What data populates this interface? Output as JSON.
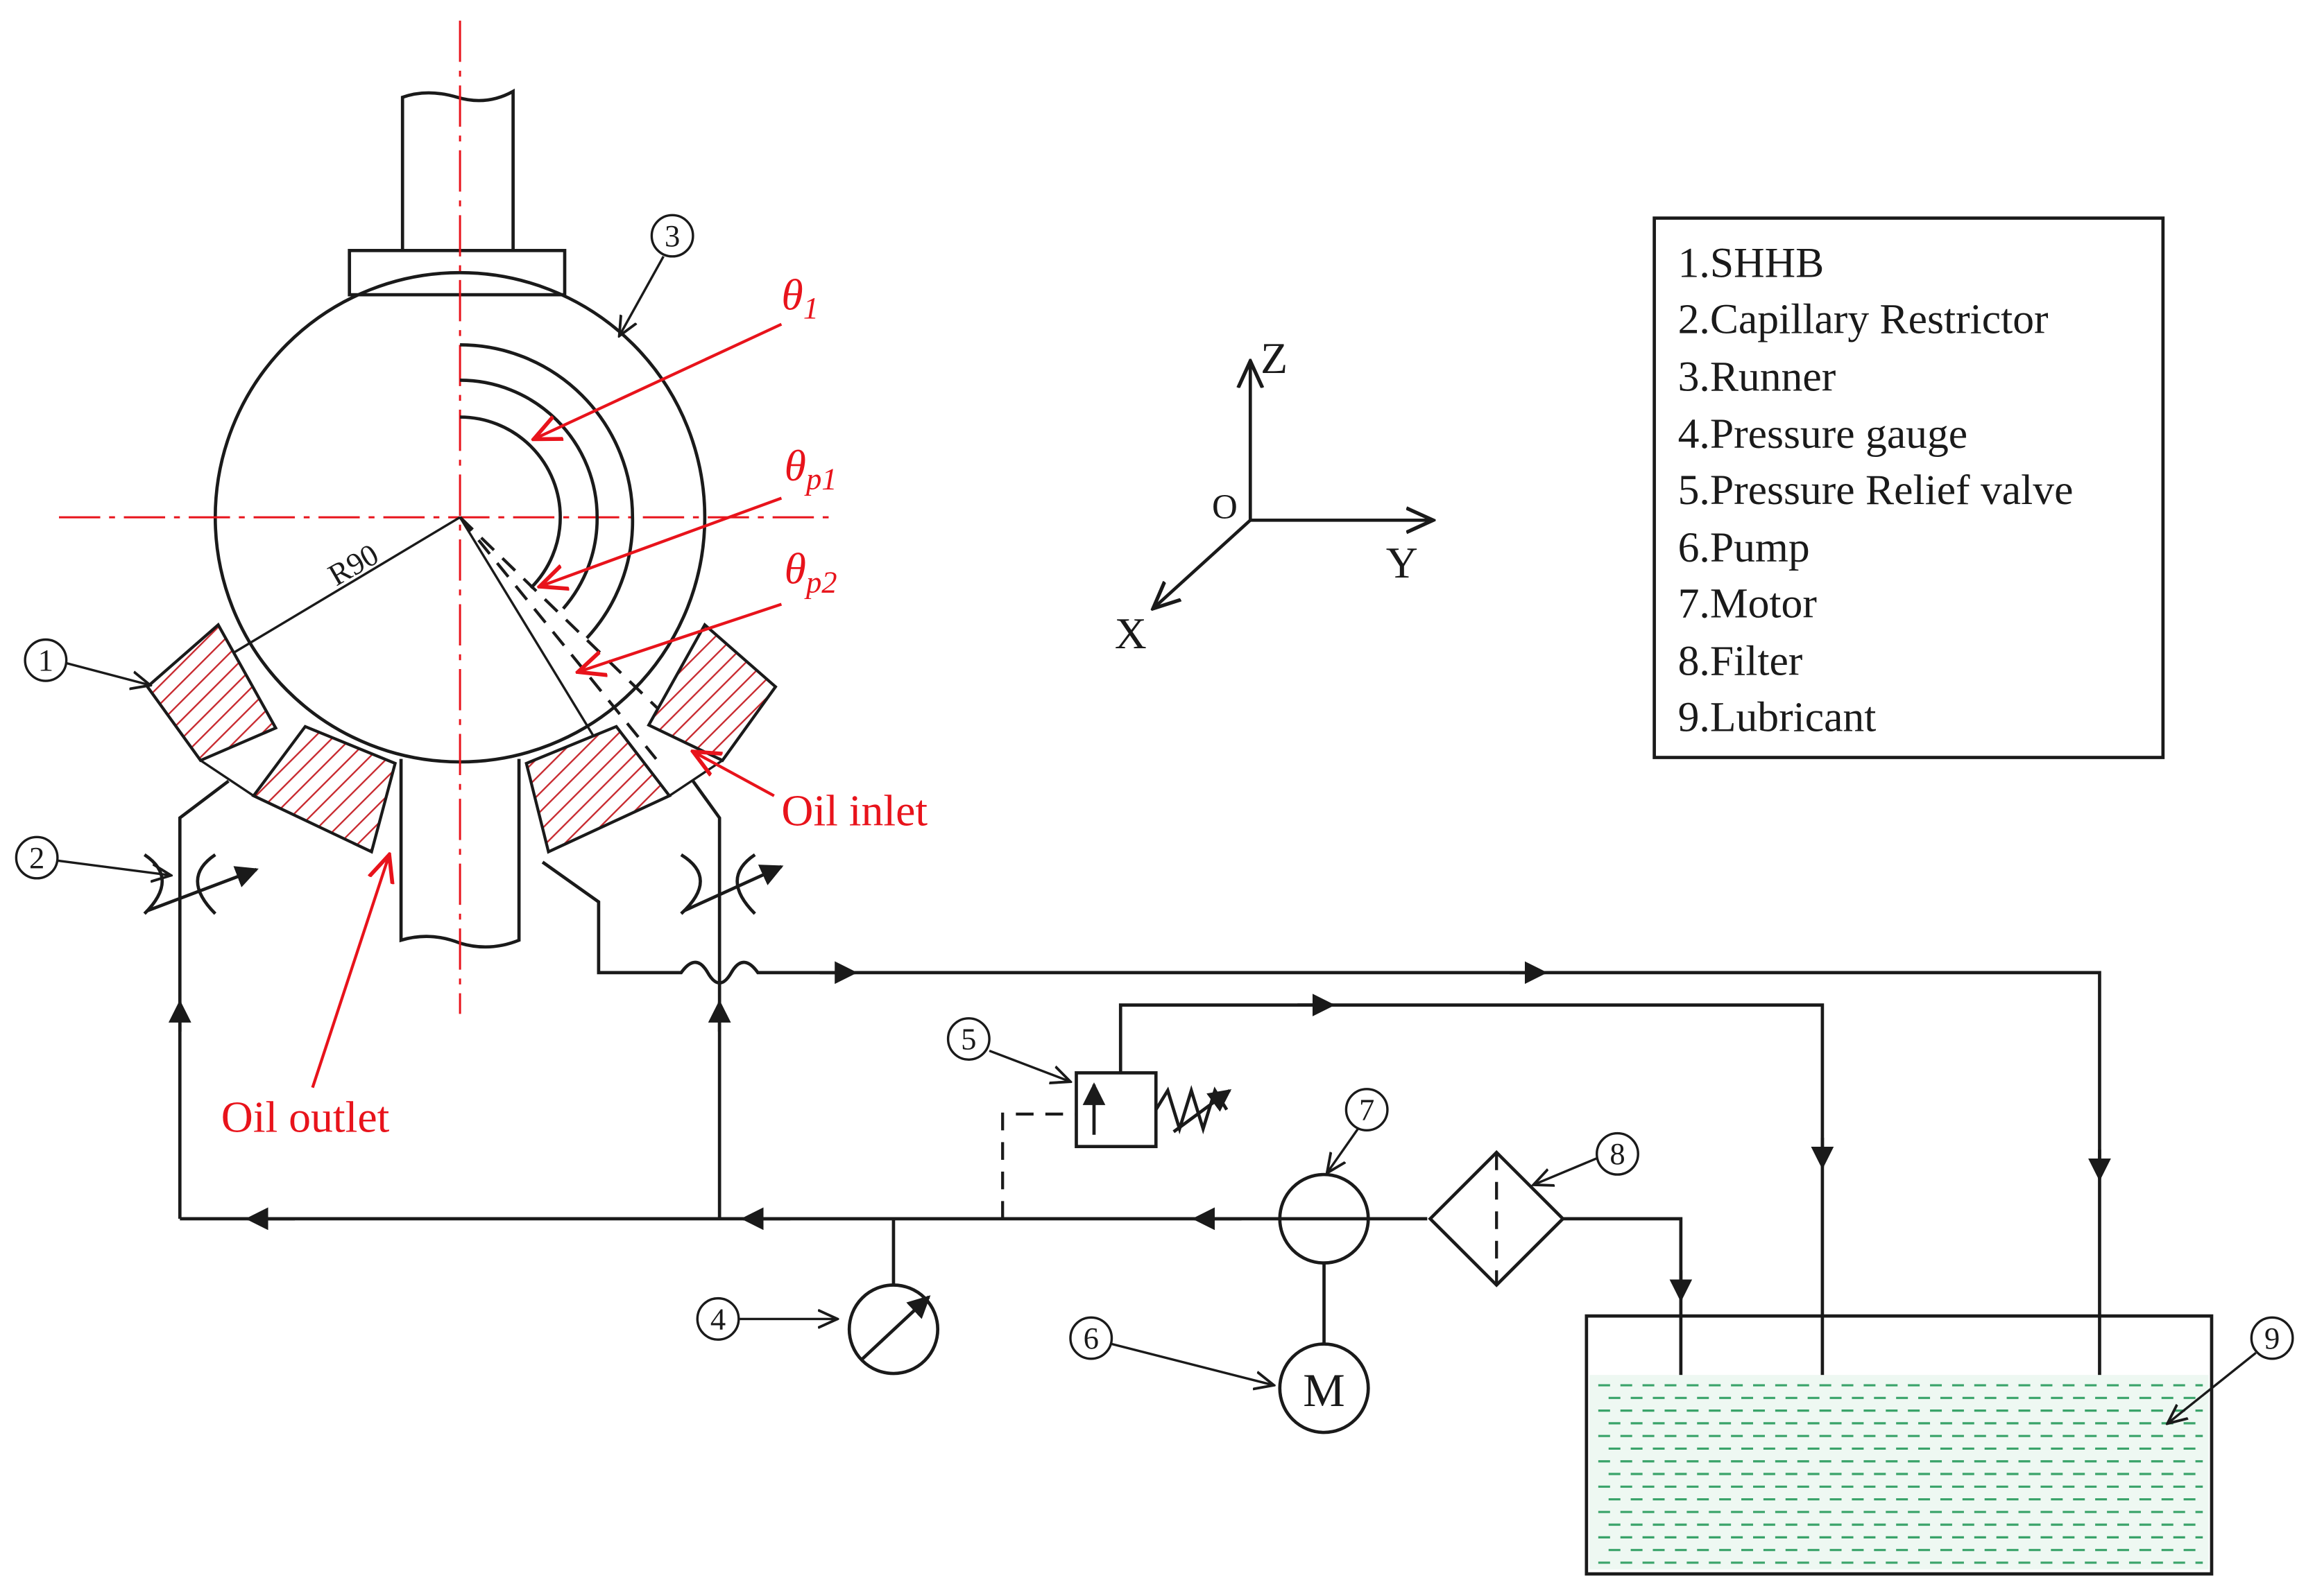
{
  "legend": {
    "items": [
      "1.SHHB",
      "2.Capillary Restrictor",
      "3.Runner",
      "4.Pressure gauge",
      "5.Pressure Relief valve",
      "6.Pump",
      "7.Motor",
      "8.Filter",
      "9.Lubricant"
    ]
  },
  "callouts": {
    "c1": "1",
    "c2": "2",
    "c3": "3",
    "c4": "4",
    "c5": "5",
    "c6": "6",
    "c7": "7",
    "c8": "8",
    "c9": "9"
  },
  "labels": {
    "oil_inlet": "Oil inlet",
    "oil_outlet": "Oil outlet",
    "radius": "R90",
    "motor_symbol": "M"
  },
  "angles": {
    "theta1": {
      "base": "θ",
      "sub": "1"
    },
    "thetap1": {
      "base": "θ",
      "sub": "p1"
    },
    "thetap2": {
      "base": "θ",
      "sub": "p2"
    }
  },
  "axes": {
    "z": "Z",
    "y": "Y",
    "x": "X",
    "origin": "O"
  },
  "colors": {
    "annotation": "#e8131b",
    "line": "#1a1a1a",
    "lubricant": "#3aa36a"
  }
}
